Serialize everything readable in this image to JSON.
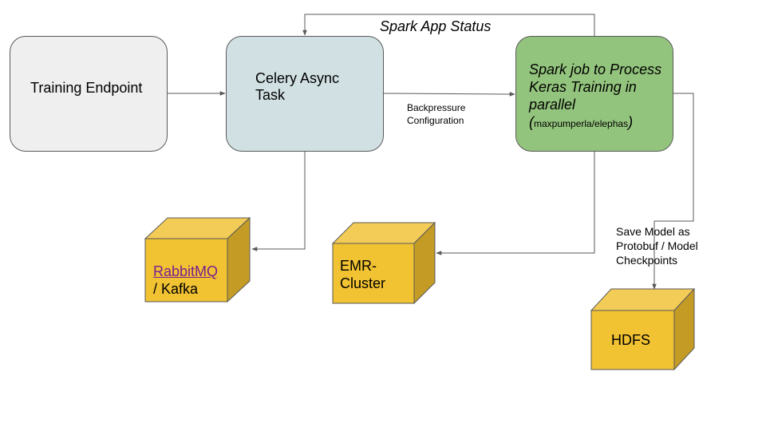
{
  "boxes": {
    "training_endpoint": "Training Endpoint",
    "celery_task": "Celery Async Task",
    "spark_job": "Spark job to Process Keras Training in parallel",
    "spark_job_repo_open": "(",
    "spark_job_repo": "maxpumperla/elephas",
    "spark_job_repo_close": ")"
  },
  "edge_labels": {
    "spark_app_status": "Spark App Status",
    "backpressure": "Backpressure Configuration",
    "save_model": "Save Model as Protobuf / Model Checkpoints"
  },
  "cubes": {
    "queue_link": "RabbitMQ",
    "queue_rest": "/ Kafka",
    "emr_line1": "EMR-",
    "emr_line2": "Cluster",
    "hdfs": "HDFS"
  },
  "colors": {
    "training_fill": "#efefef",
    "celery_fill": "#d0e0e3",
    "spark_fill": "#93c47d",
    "cube_front": "#f1c232",
    "cube_top": "#f3cc57",
    "cube_side": "#c49c25",
    "link": "#7a1f8f"
  }
}
